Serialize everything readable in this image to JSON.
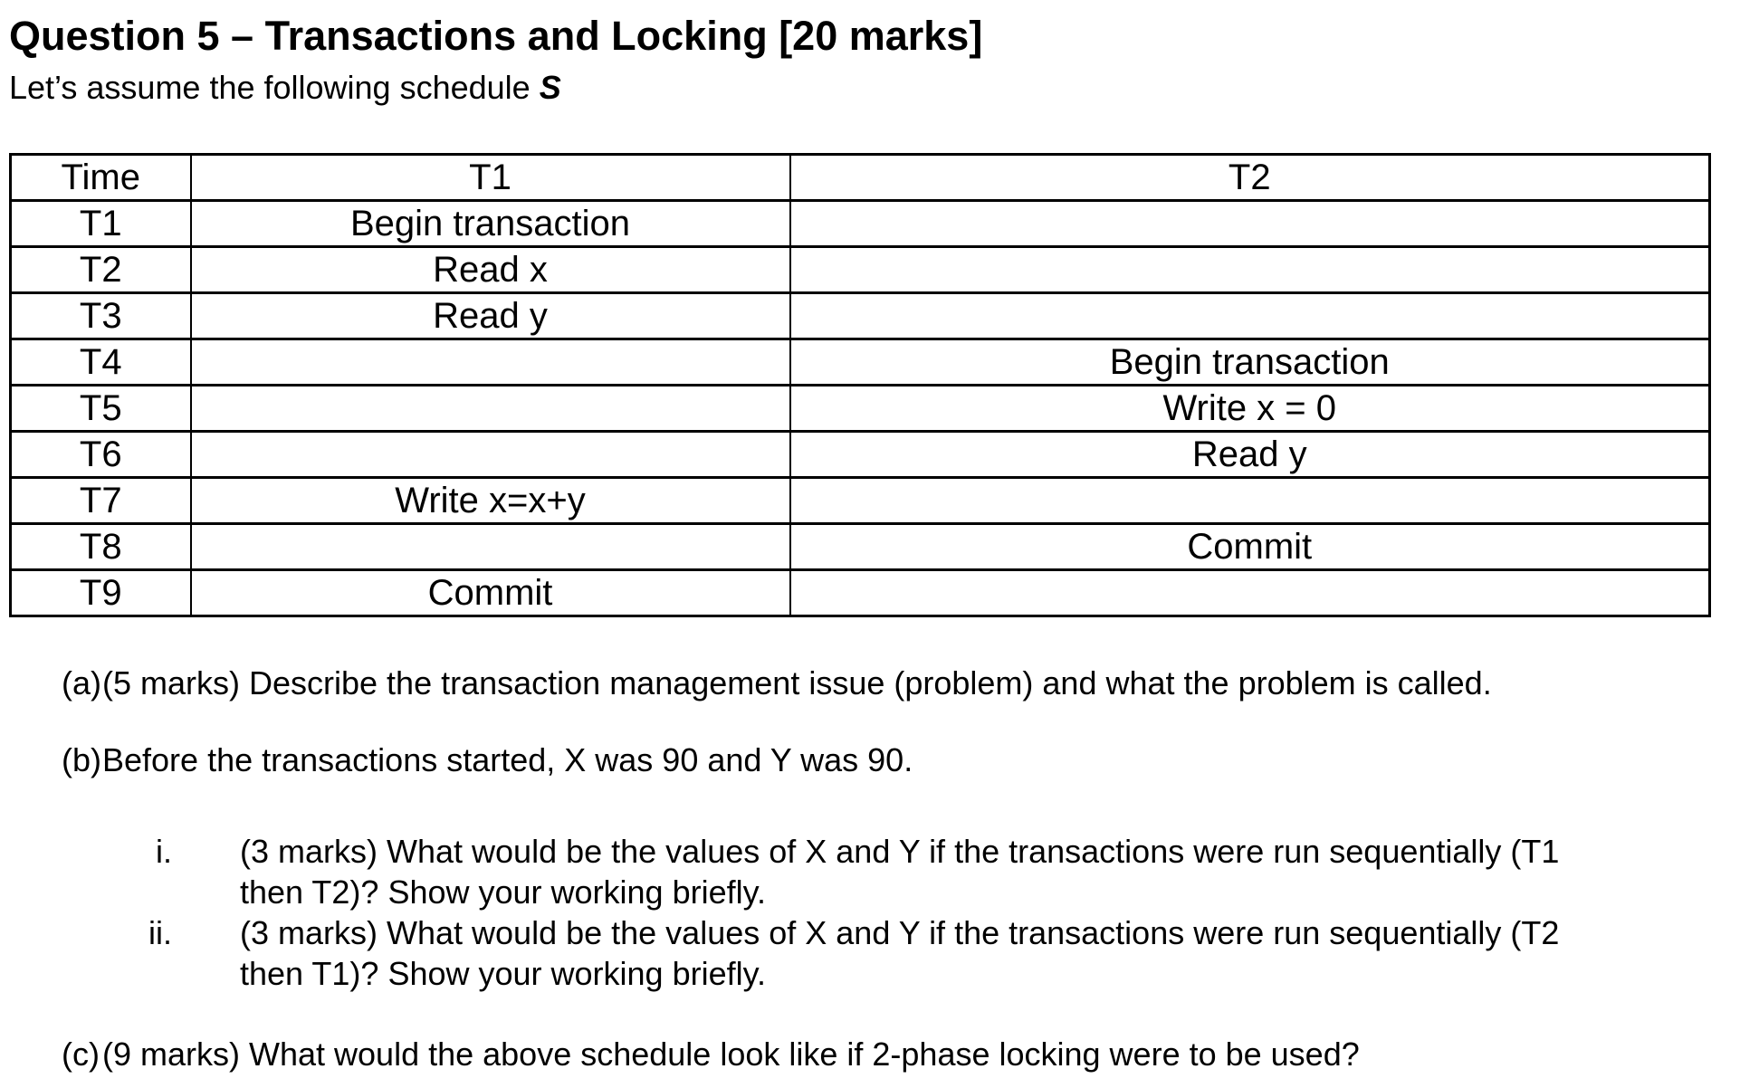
{
  "title": "Question 5 – Transactions and Locking [20 marks]",
  "subtitle": {
    "prefix": "Let’s assume the following schedule ",
    "s": "S"
  },
  "table": {
    "headers": [
      "Time",
      "T1",
      "T2"
    ],
    "rows": [
      {
        "time": "T1",
        "t1": "Begin transaction",
        "t2": ""
      },
      {
        "time": "T2",
        "t1": "Read x",
        "t2": ""
      },
      {
        "time": "T3",
        "t1": "Read y",
        "t2": ""
      },
      {
        "time": "T4",
        "t1": "",
        "t2": "Begin transaction"
      },
      {
        "time": "T5",
        "t1": "",
        "t2": "Write x = 0"
      },
      {
        "time": "T6",
        "t1": "",
        "t2": "Read y"
      },
      {
        "time": "T7",
        "t1": "Write x=x+y",
        "t2": ""
      },
      {
        "time": "T8",
        "t1": "",
        "t2": "Commit"
      },
      {
        "time": "T9",
        "t1": "Commit",
        "t2": ""
      }
    ]
  },
  "questions": {
    "a": {
      "label": "(a)",
      "text": "(5 marks) Describe the transaction management issue (problem) and what the problem is called."
    },
    "b": {
      "label": "(b)",
      "text": "Before the transactions started, X was 90 and Y was 90."
    },
    "b_items": [
      {
        "label": "i.",
        "lines": [
          "(3 marks) What would be the values of X and Y if the transactions were run sequentially (T1",
          "then T2)? Show your working briefly."
        ]
      },
      {
        "label": "ii.",
        "lines": [
          "(3 marks) What would be the values of X and Y if the transactions were run sequentially (T2",
          "then T1)? Show your working briefly."
        ]
      }
    ],
    "c": {
      "label": "(c)",
      "text": "(9 marks) What would the above schedule look like if 2-phase locking were to be used?"
    }
  }
}
